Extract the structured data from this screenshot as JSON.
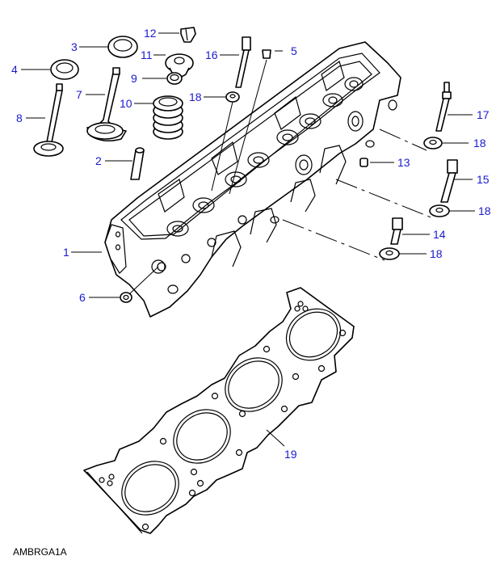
{
  "diagram": {
    "title": "Cylinder head assembly exploded view",
    "reference_code": "AMBRGA1A",
    "callout_color": "#1a1ad0",
    "parts": [
      {
        "number": "1",
        "part": "cylinder-head"
      },
      {
        "number": "2",
        "part": "valve-guide"
      },
      {
        "number": "3",
        "part": "valve-seat-insert-exhaust"
      },
      {
        "number": "4",
        "part": "valve-seat-insert-inlet"
      },
      {
        "number": "5",
        "part": "plug"
      },
      {
        "number": "6",
        "part": "seal"
      },
      {
        "number": "7",
        "part": "valve-exhaust"
      },
      {
        "number": "8",
        "part": "valve-inlet"
      },
      {
        "number": "9",
        "part": "valve-stem-seal"
      },
      {
        "number": "10",
        "part": "valve-spring"
      },
      {
        "number": "11",
        "part": "spring-retainer"
      },
      {
        "number": "12",
        "part": "collet"
      },
      {
        "number": "13",
        "part": "dowel"
      },
      {
        "number": "14",
        "part": "bolt-short"
      },
      {
        "number": "15",
        "part": "bolt-medium"
      },
      {
        "number": "16",
        "part": "bolt-long"
      },
      {
        "number": "17",
        "part": "stud"
      },
      {
        "number": "18",
        "part": "washer"
      },
      {
        "number": "19",
        "part": "head-gasket"
      }
    ],
    "callouts": [
      {
        "id": "c12",
        "label": "12"
      },
      {
        "id": "c3",
        "label": "3"
      },
      {
        "id": "c11",
        "label": "11"
      },
      {
        "id": "c16",
        "label": "16"
      },
      {
        "id": "c5",
        "label": "5"
      },
      {
        "id": "c4",
        "label": "4"
      },
      {
        "id": "c9",
        "label": "9"
      },
      {
        "id": "c7",
        "label": "7"
      },
      {
        "id": "c18a",
        "label": "18"
      },
      {
        "id": "c10",
        "label": "10"
      },
      {
        "id": "c8",
        "label": "8"
      },
      {
        "id": "c17",
        "label": "17"
      },
      {
        "id": "c18b",
        "label": "18"
      },
      {
        "id": "c2",
        "label": "2"
      },
      {
        "id": "c13",
        "label": "13"
      },
      {
        "id": "c15",
        "label": "15"
      },
      {
        "id": "c18c",
        "label": "18"
      },
      {
        "id": "c14",
        "label": "14"
      },
      {
        "id": "c1",
        "label": "1"
      },
      {
        "id": "c18d",
        "label": "18"
      },
      {
        "id": "c6",
        "label": "6"
      },
      {
        "id": "c19",
        "label": "19"
      }
    ]
  }
}
